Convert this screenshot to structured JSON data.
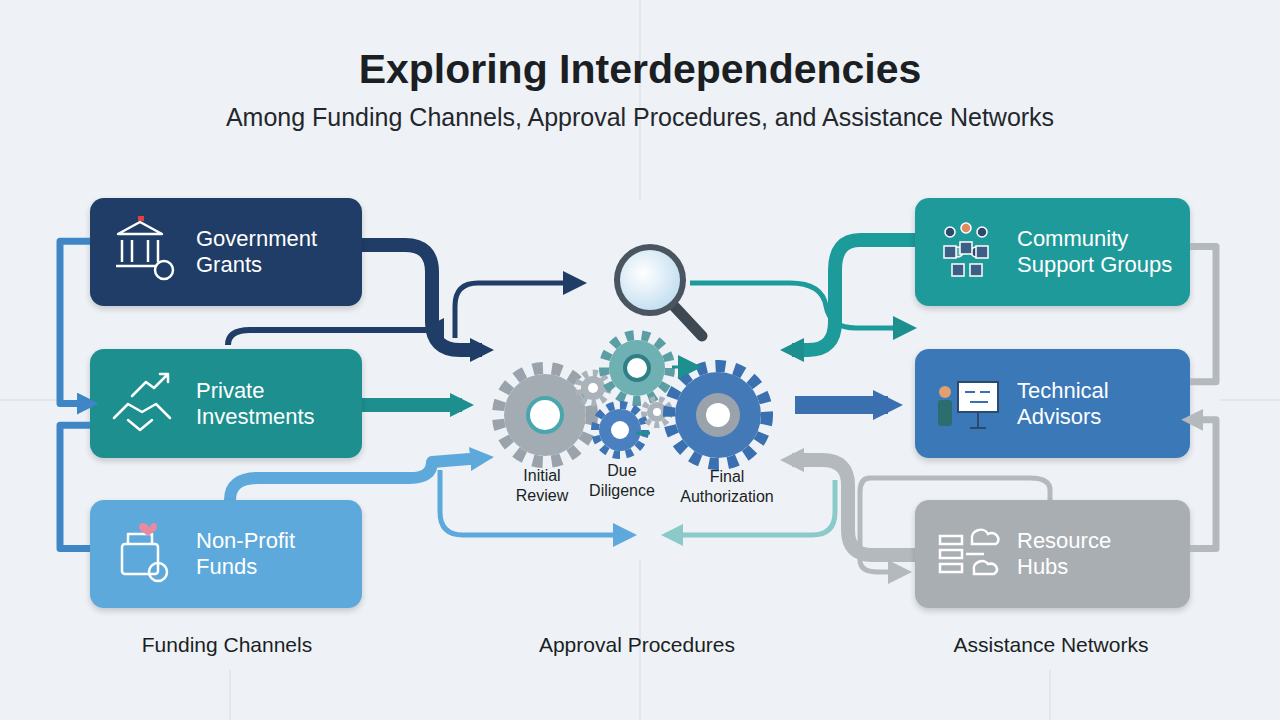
{
  "diagram": {
    "title": "Exploring Interdependencies",
    "nodes": [
      {
        "text": [
          "Government Grants"
        ]
      },
      {
        "text": [
          "Private Investments"
        ]
      },
      {
        "text": [
          "Non-Profit Funds"
        ]
      },
      {
        "text": [
          "Community Support Groups"
        ]
      },
      {
        "text": [
          "Technical Advisors"
        ]
      },
      {
        "text": [
          "Resource Hubs"
        ]
      }
    ],
    "edges": [
      {
        "from": 0,
        "to": 1,
        "arrow": "to"
      },
      {
        "from": 2,
        "to": 1,
        "arrow": "none"
      },
      {
        "from": 3,
        "to": 4,
        "arrow": "none"
      },
      {
        "from": 5,
        "to": 4,
        "arrow": "to"
      }
    ],
    "labels": [
      "Among Funding Channels, Approval Procedures, and Assistance Networks",
      "Initial Review",
      "Due Diligence",
      "Final Authorization",
      "Funding Channels",
      "Approval Procedures",
      "Assistance Networks"
    ]
  }
}
